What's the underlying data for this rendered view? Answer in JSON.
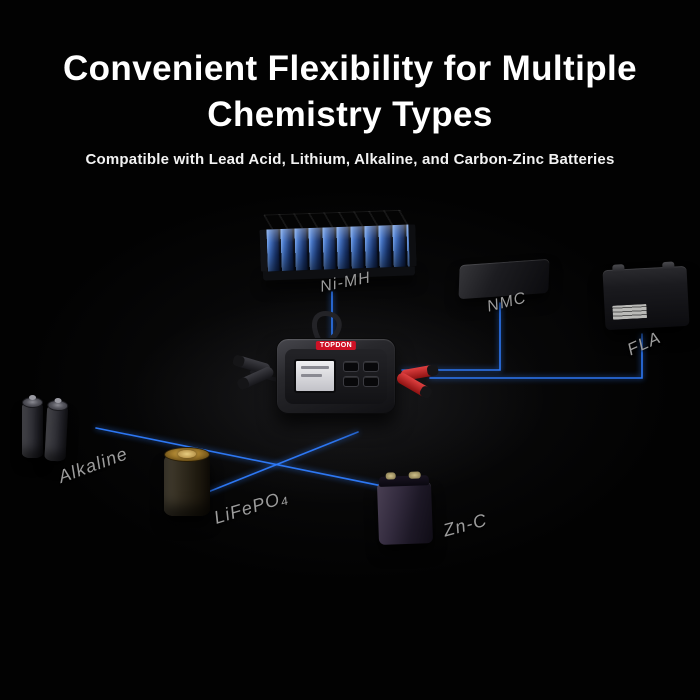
{
  "header": {
    "title_line1": "Convenient Flexibility for Multiple",
    "title_line2": "Chemistry Types",
    "subtitle": "Compatible with Lead Acid, Lithium, Alkaline, and Carbon-Zinc Batteries"
  },
  "device": {
    "brand": "TOPDON"
  },
  "batteries": {
    "nimh": {
      "label": "Ni-MH"
    },
    "nmc": {
      "label": "NMC"
    },
    "fla": {
      "label": "FLA"
    },
    "alkaline": {
      "label": "Alkaline"
    },
    "lifepo4": {
      "label": "LiFePO₄"
    },
    "znc": {
      "label": "Zn-C"
    }
  },
  "colors": {
    "background": "#020202",
    "connection_line": "#2f7dff",
    "category_label": "#9c9c9c",
    "title_text": "#ffffff",
    "brand_red": "#cf1125",
    "nimh_cell_blue": "#3e6fc4"
  }
}
